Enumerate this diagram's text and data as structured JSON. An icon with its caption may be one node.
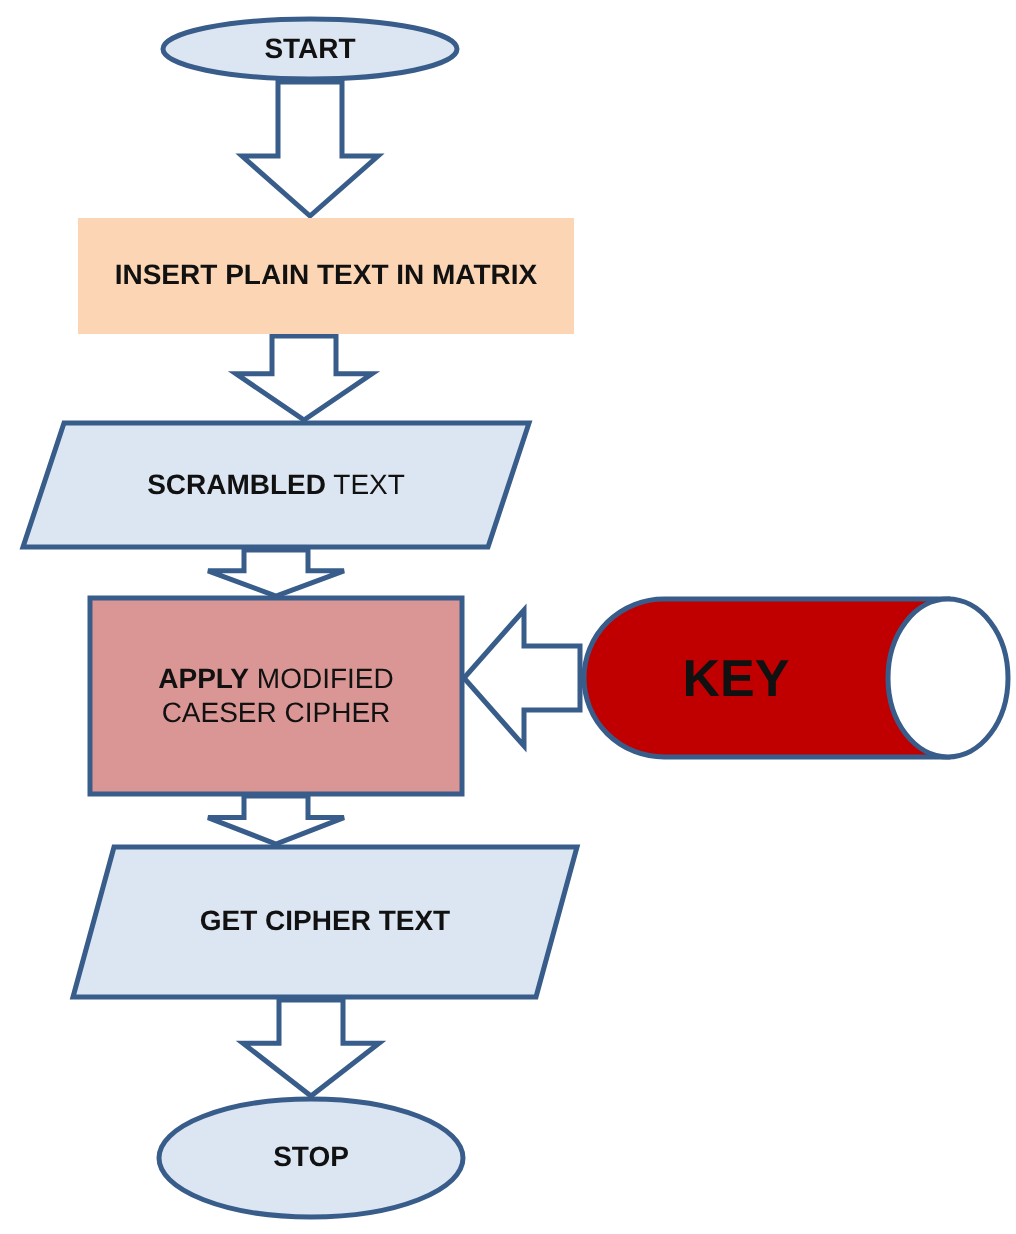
{
  "diagram": {
    "nodes": [
      {
        "text": [
          "START"
        ]
      },
      {
        "text": [
          "INSERT PLAIN TEXT IN MATRIX"
        ]
      },
      {
        "text": [
          "**SCRAMBLED** TEXT"
        ]
      },
      {
        "text": [
          "**APPLY** MODIFIED CAESER CIPHER"
        ]
      },
      {
        "text": [
          "KEY"
        ]
      },
      {
        "text": [
          "GET CIPHER TEXT"
        ]
      },
      {
        "text": [
          "STOP"
        ]
      }
    ],
    "edges": [
      {
        "from": 0,
        "to": 1,
        "arrow": "to"
      },
      {
        "from": 1,
        "to": 2,
        "arrow": "to"
      },
      {
        "from": 2,
        "to": 3,
        "arrow": "to"
      },
      {
        "from": 4,
        "to": 3,
        "arrow": "to"
      },
      {
        "from": 3,
        "to": 5,
        "arrow": "to"
      },
      {
        "from": 5,
        "to": 6,
        "arrow": "to"
      }
    ]
  }
}
